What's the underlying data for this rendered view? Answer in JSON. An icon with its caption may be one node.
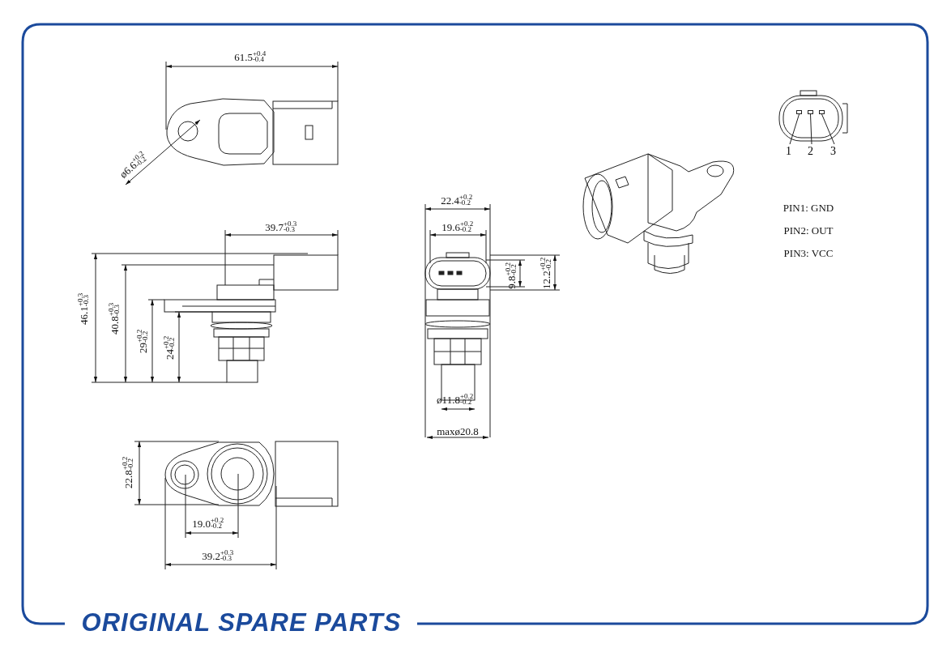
{
  "diagram": {
    "nodes": [
      {
        "text": [
          "1"
        ]
      },
      {
        "text": [
          "2"
        ]
      },
      {
        "text": [
          "3"
        ]
      },
      {
        "text": [],
        "shape": "box"
      },
      {
        "text": [],
        "shape": "box"
      },
      {
        "text": [],
        "shape": "box"
      }
    ],
    "edges": [
      {
        "from": 0,
        "to": 3,
        "arrow": "none"
      },
      {
        "from": 1,
        "to": 4,
        "arrow": "none"
      },
      {
        "from": 2,
        "to": 5,
        "arrow": "none"
      }
    ],
    "labels": [
      "61.5$^{+0.4}$$_{-0.4}$",
      "ø6.6$^{+0.2}$$_{-0.2}$",
      "39.7$^{+0.3}$$_{-0.3}$",
      "22.4$^{+0.2}$$_{-0.2}$",
      "19.6$^{+0.2}$$_{-0.2}$",
      "PIN1: GND",
      "PIN2: OUT",
      "PIN3: VCC",
      "46.1$^{+0.3}$$_{-0.3}$",
      "40.8$^{+0.3}$$_{-0.3}$",
      "29$^{+0.2}$$_{-0.2}$",
      "24$^{+0.2}$$_{-0.2}$",
      "9.8$^{+0.2}$$_{-0.2}$",
      "12.2$^{+0.2}$$_{-0.2}$",
      "ø11.8$^{+0.2}$$_{-0.2}$",
      "maxø20.8",
      "22.8$^{+0.2}$$_{-0.2}$",
      "19.0$^{+0.2}$$_{-0.2}$",
      "39.2$^{+0.3}$$_{-0.3}$",
      "ORIGINAL SPARE PARTS"
    ]
  }
}
